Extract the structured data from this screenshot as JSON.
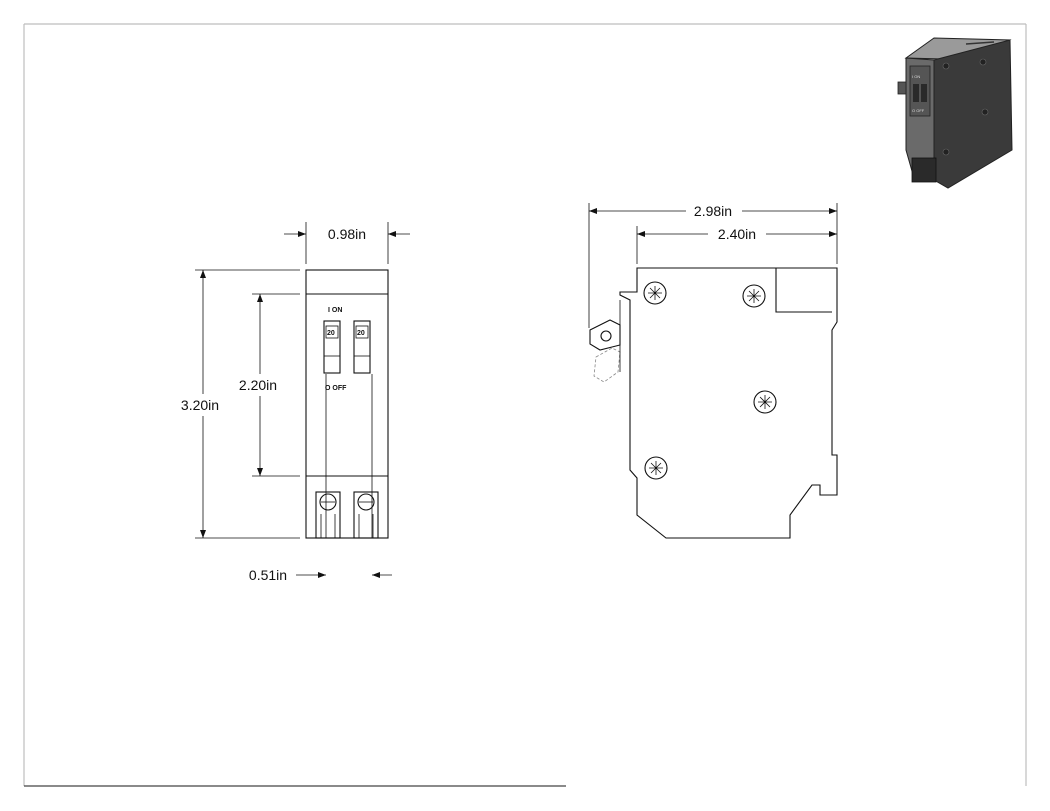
{
  "dimensions": {
    "width": "0.98in",
    "height": "3.20in",
    "handle_height": "2.20in",
    "pole_spacing": "0.51in",
    "side_width": "2.98in",
    "side_body_width": "2.40in"
  },
  "front_labels": {
    "on": "I ON",
    "off": "O OFF",
    "rating_left": "20",
    "rating_right": "20"
  },
  "thumbnail_labels": {
    "on": "I ON",
    "off": "O OFF"
  },
  "colors": {
    "ink": "#111111",
    "frame": "#bdbdbd",
    "thumb_dark": "#3a3a3a",
    "thumb_light": "#9a9a9a"
  }
}
